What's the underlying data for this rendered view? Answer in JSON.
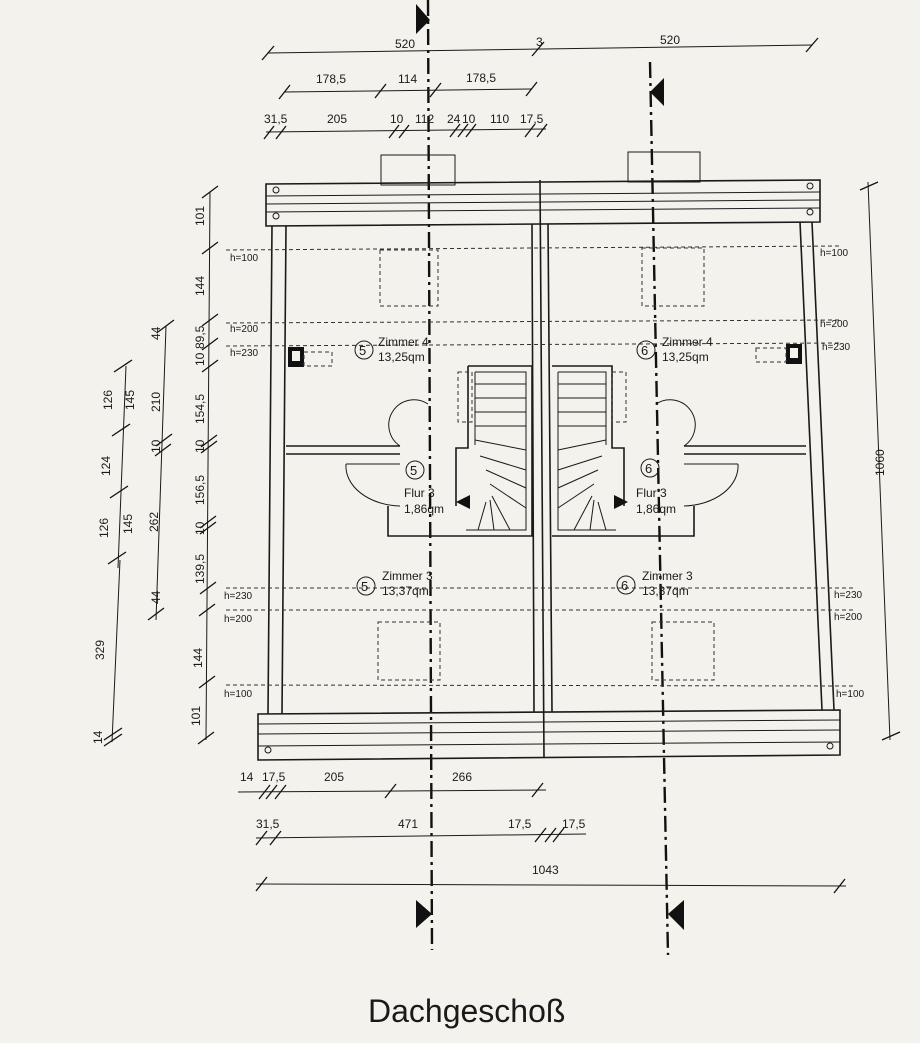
{
  "title": "Dachgeschoß",
  "top_dims": {
    "row1": [
      "520",
      "3",
      "520"
    ],
    "row2": [
      "178,5",
      "114",
      "178,5"
    ],
    "row3": [
      "31,5",
      "205",
      "10",
      "112",
      "24",
      "10",
      "110",
      "17,5"
    ]
  },
  "bottom_dims": {
    "row1": [
      "14",
      "17,5",
      "205",
      "266"
    ],
    "row2": [
      "31,5",
      "471",
      "17,5",
      "17,5"
    ],
    "row3": [
      "1043"
    ]
  },
  "left_dims": {
    "col1": [
      "101",
      "144",
      "44",
      "10",
      "89,5",
      "154,5",
      "10",
      "156,5",
      "10",
      "139,5",
      "44",
      "144",
      "101"
    ],
    "col2": [
      "210",
      "10",
      "262"
    ],
    "col3": [
      "126",
      "145",
      "124",
      "145",
      "126"
    ],
    "col4": [
      "329",
      "14"
    ]
  },
  "right_dims": [
    "1060"
  ],
  "height_labels": {
    "left": [
      "h=100",
      "h=200",
      "h=230",
      "h=230",
      "h=200",
      "h=100"
    ],
    "right": [
      "h=100",
      "h=200",
      "h=230",
      "h=230",
      "h=200",
      "h=100"
    ]
  },
  "rooms": [
    {
      "num": "5",
      "name": "Zimmer 4",
      "area": "13,25qm"
    },
    {
      "num": "6",
      "name": "Zimmer 4",
      "area": "13,25qm"
    },
    {
      "num": "5",
      "name": "Flur 3",
      "area": "1,86qm"
    },
    {
      "num": "6",
      "name": "Flur 3",
      "area": "1,86qm"
    },
    {
      "num": "5",
      "name": "Zimmer 3",
      "area": "13,37qm"
    },
    {
      "num": "6",
      "name": "Zimmer 3",
      "area": "13,37qm"
    }
  ]
}
